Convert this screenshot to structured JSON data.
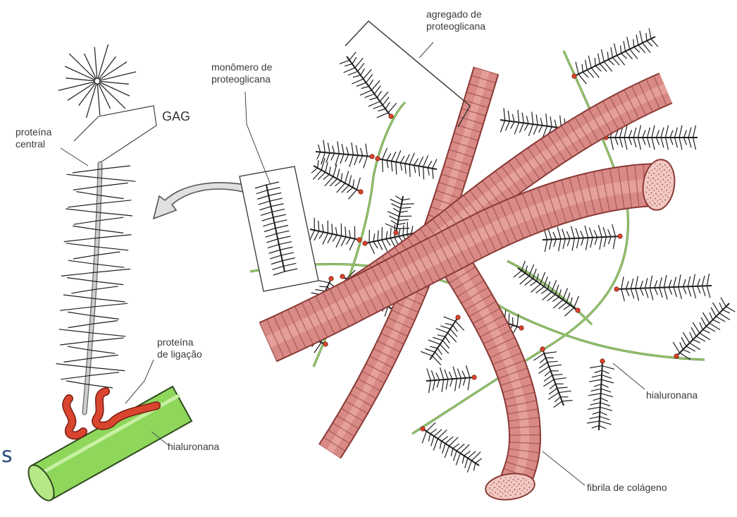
{
  "labels": {
    "gag": "GAG",
    "proteina_central_1": "proteína",
    "proteina_central_2": "central",
    "proteina_ligacao_1": "proteína",
    "proteina_ligacao_2": "de ligação",
    "hialuronana_left": "hialuronana",
    "monomero_1": "monômero de",
    "monomero_2": "proteoglicana",
    "agregado_1": "agregado de",
    "agregado_2": "proteoglicana",
    "hialuronana_right": "hialuronana",
    "fibrila": "fibrila de colágeno",
    "edge_fragment": "s"
  },
  "colors": {
    "collagen_fill": "#d98a86",
    "collagen_stroke": "#8a3a36",
    "collagen_end": "#f3c9c4",
    "hyaluronan_fill": "#8ed75a",
    "hyaluronan_thin": "#9ccf6e",
    "link_protein": "#d9452e",
    "core_protein": "#bcbcbc",
    "gag_lines": "#1e1e1e",
    "text": "#3a3a3a"
  }
}
